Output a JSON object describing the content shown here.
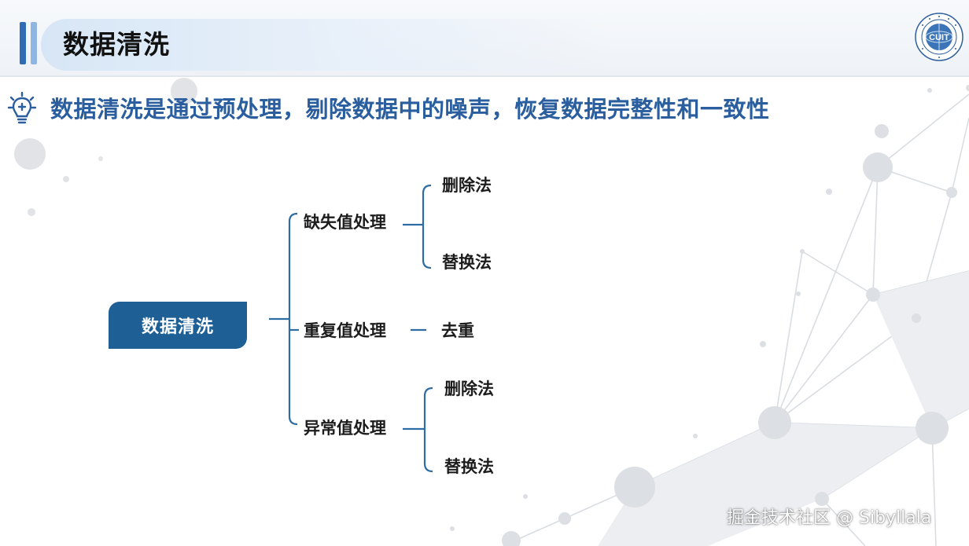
{
  "slide": {
    "title": "数据清洗",
    "headline": "数据清洗是通过预处理，剔除数据中的噪声，恢复数据完整性和一致性",
    "logo_text": "CUIT"
  },
  "mindmap": {
    "root": "数据清洗",
    "branches": [
      {
        "label": "缺失值处理",
        "children": [
          "删除法",
          "替换法"
        ]
      },
      {
        "label": "重复值处理",
        "children": [
          "去重"
        ]
      },
      {
        "label": "异常值处理",
        "children": [
          "删除法",
          "替换法"
        ]
      }
    ]
  },
  "watermark": "掘金技术社区 @ Sibyllala",
  "colors": {
    "accent": "#2f6cb5",
    "accent_light": "#8fb6e0",
    "headline": "#2a5e9e",
    "root_fill": "#1e5f95",
    "connector": "#2e6da4"
  },
  "icons": [
    "lightbulb-icon",
    "university-logo"
  ]
}
